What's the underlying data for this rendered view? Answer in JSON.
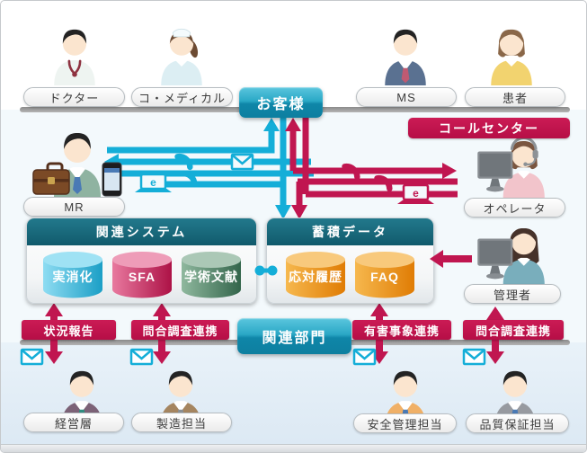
{
  "top_row": {
    "doctor": {
      "label": "ドクター"
    },
    "comedical": {
      "label": "コ・メディカル"
    },
    "customer": {
      "label": "お客様"
    },
    "ms": {
      "label": "MS"
    },
    "patient": {
      "label": "患者"
    }
  },
  "call_center": {
    "label": "コールセンター"
  },
  "mr": {
    "label": "MR"
  },
  "operator": {
    "label": "オペレータ"
  },
  "manager": {
    "label": "管理者"
  },
  "related_system": {
    "title": "関連システム",
    "cylinders": [
      {
        "label": "実消化",
        "color": "#1b9fc6"
      },
      {
        "label": "SFA",
        "color": "#ad1246"
      },
      {
        "label": "学術文献",
        "color": "#33654b"
      }
    ]
  },
  "stored_data": {
    "title": "蓄積データ",
    "cylinders": [
      {
        "label": "応対履歴",
        "color": "#e07c04"
      },
      {
        "label": "FAQ",
        "color": "#e07c04"
      }
    ]
  },
  "related_dept": {
    "label": "関連部門"
  },
  "bottom_row": [
    {
      "link_label": "状況報告",
      "person_label": "経営層"
    },
    {
      "link_label": "問合調査連携",
      "person_label": "製造担当"
    },
    {
      "link_label": "有害事象連携",
      "person_label": "安全管理担当"
    },
    {
      "link_label": "問合調査連携",
      "person_label": "品質保証担当"
    }
  ],
  "icons": {
    "e_label": "e"
  },
  "colors": {
    "cyan": "#14aed8",
    "crimson": "#c01650",
    "teal_header": "#17697b"
  },
  "avatars": {
    "doctor": {
      "style": "male",
      "hair": "#232323",
      "body": "#eef4f1",
      "stetho": "#8e3240"
    },
    "comedical": {
      "style": "nurse",
      "hair": "#6d4b33",
      "body": "#dceef3"
    },
    "ms": {
      "style": "male",
      "hair": "#232323",
      "body": "#5a7191",
      "tie": "#c05a72"
    },
    "patient": {
      "style": "female",
      "hair": "#8a6748",
      "body": "#f2d36f"
    },
    "mr": {
      "style": "male",
      "hair": "#232323",
      "body": "#8fb3a1",
      "tie": "#4a7ab5",
      "briefcase": true,
      "phone": true
    },
    "operator": {
      "style": "female",
      "hair": "#7a5640",
      "body": "#f2c4cb",
      "monitor": true,
      "headset": true
    },
    "manager": {
      "style": "female_long",
      "hair": "#46322a",
      "body": "#79aebc",
      "monitor": true
    },
    "executive": {
      "style": "male",
      "hair": "#232323",
      "body": "#7c6277",
      "tie": "#2f8d80"
    },
    "manufacturing": {
      "style": "male",
      "hair": "#232323",
      "body": "#a58560",
      "tie": "#8a9094"
    },
    "safety": {
      "style": "male",
      "hair": "#232323",
      "body": "#f0b067",
      "tie": "#4a7ab5"
    },
    "quality": {
      "style": "male",
      "hair": "#232323",
      "body": "#979aa0",
      "tie": "#4a7ab5"
    }
  }
}
